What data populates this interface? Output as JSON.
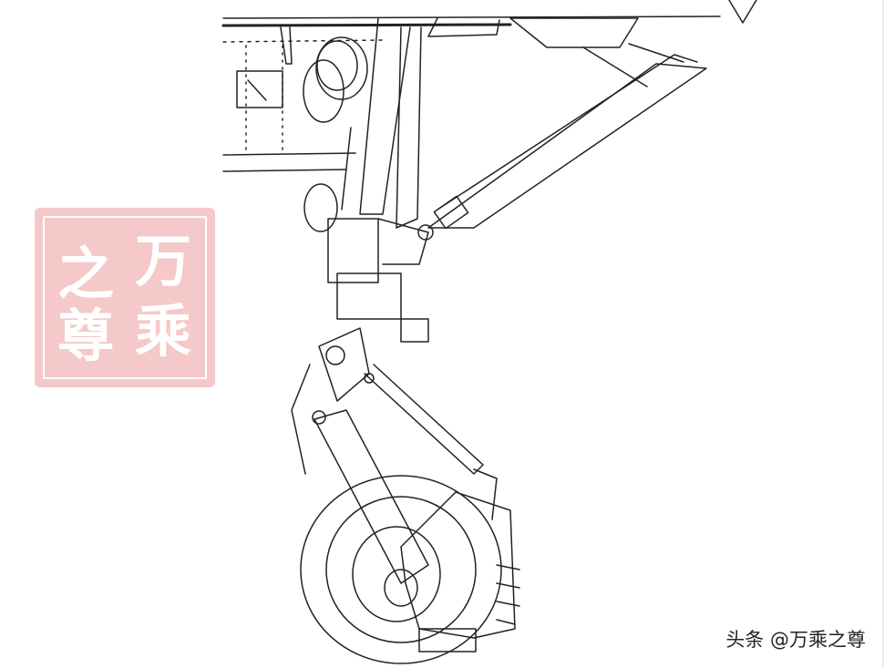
{
  "seal": {
    "text": "万乘之尊",
    "chars": {
      "top_left": "之",
      "top_right": "万",
      "bottom_left": "尊",
      "bottom_right": "乘"
    },
    "color": "#f5c9c9"
  },
  "credit": "头条 @万乘之尊",
  "line_color": "#222222"
}
